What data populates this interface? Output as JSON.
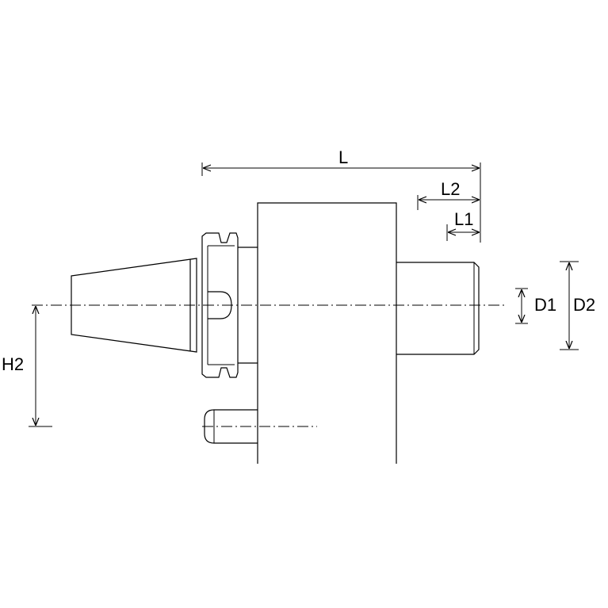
{
  "labels": {
    "L": "L",
    "L1": "L1",
    "L2": "L2",
    "D1": "D1",
    "D2": "D2",
    "H2": "H2"
  }
}
